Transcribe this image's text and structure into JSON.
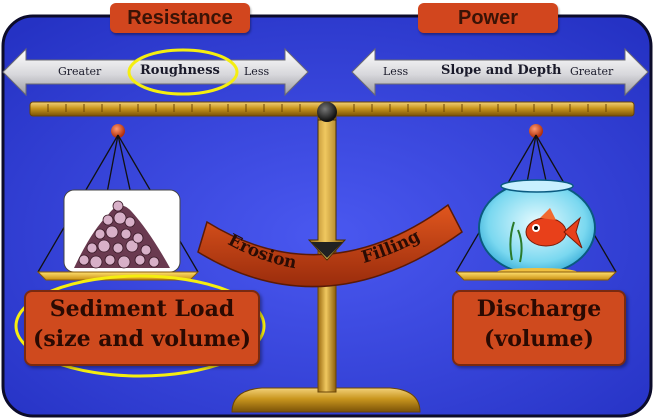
{
  "resistance": "Resistance",
  "power": "Power",
  "left_arrow": {
    "start": "Greater",
    "title": "Roughness",
    "end": "Less"
  },
  "right_arrow": {
    "start": "Less",
    "title": "Slope and Depth",
    "end": "Greater"
  },
  "left_box": {
    "line1": "Sediment Load",
    "line2": "(size and volume)"
  },
  "right_box": {
    "line1": "Discharge",
    "line2": "(volume)"
  },
  "arc": {
    "left": "Erosion",
    "right": "Filling"
  },
  "colors": {
    "background": "#3540d8",
    "tab": "#d2461e",
    "beam": "#c9961e",
    "highlight": "#f5ee10"
  },
  "icons": [
    "sediment-pile-image",
    "goldfish-bowl-image",
    "balance-scale"
  ]
}
